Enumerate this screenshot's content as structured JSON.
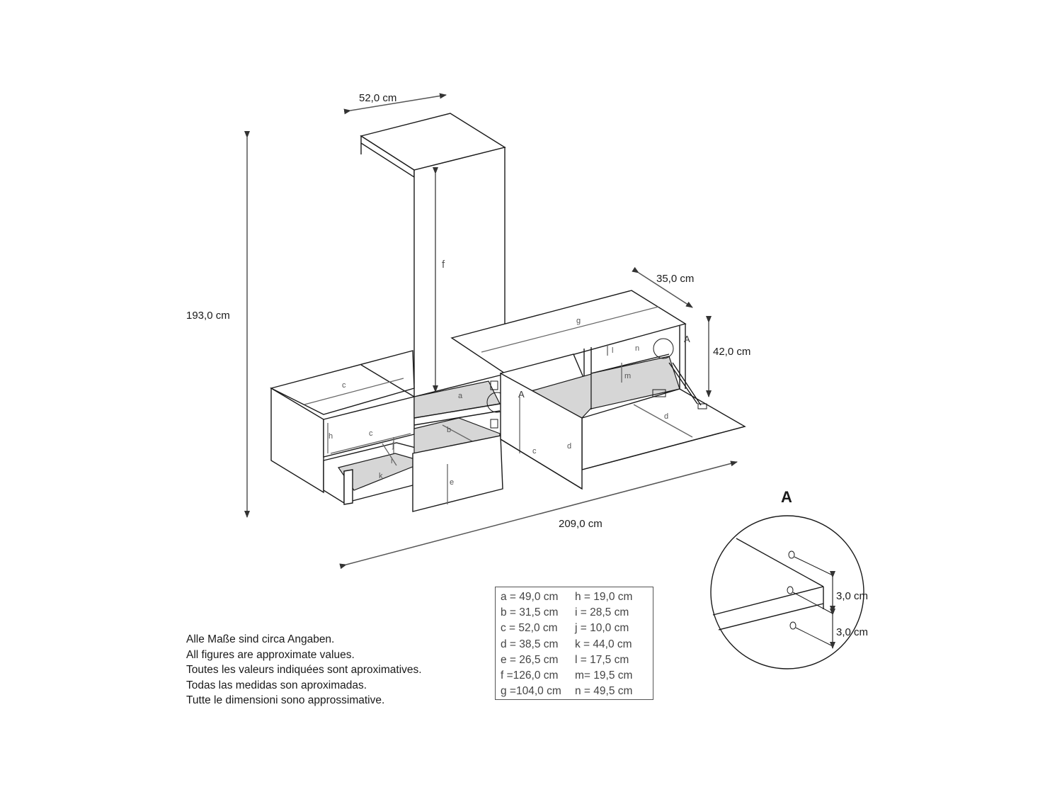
{
  "dimensions": {
    "top_depth": "52,0 cm",
    "total_height": "193,0 cm",
    "side_depth": "35,0 cm",
    "side_height": "42,0 cm",
    "total_width": "209,0 cm",
    "detail_upper": "3,0 cm",
    "detail_lower": "3,0 cm"
  },
  "part_labels": {
    "a": "a",
    "b": "b",
    "c": "c",
    "d": "d",
    "e": "e",
    "f": "f",
    "g": "g",
    "h": "h",
    "i": "i",
    "j": "j",
    "k": "k",
    "l": "l",
    "m": "m",
    "n": "n"
  },
  "detail_markers": [
    "A",
    "A"
  ],
  "detail_title": "A",
  "notes": [
    "Alle Maße sind circa Angaben.",
    "All figures are approximate values.",
    "Toutes les valeurs indiquées sont aproximatives.",
    "Todas las medidas son aproximadas.",
    "Tutte le dimensioni sono approssimative."
  ],
  "legend": [
    [
      "a =  49,0 cm",
      "h =   19,0 cm"
    ],
    [
      "b =  31,5 cm",
      "i =   28,5 cm"
    ],
    [
      "c =  52,0 cm",
      "j =   10,0 cm"
    ],
    [
      "d =  38,5 cm",
      "k =  44,0 cm"
    ],
    [
      "e =  26,5 cm",
      "l =   17,5 cm"
    ],
    [
      "f  =126,0 cm",
      "m=   19,5 cm"
    ],
    [
      "g =104,0 cm",
      "n =   49,5 cm"
    ]
  ]
}
